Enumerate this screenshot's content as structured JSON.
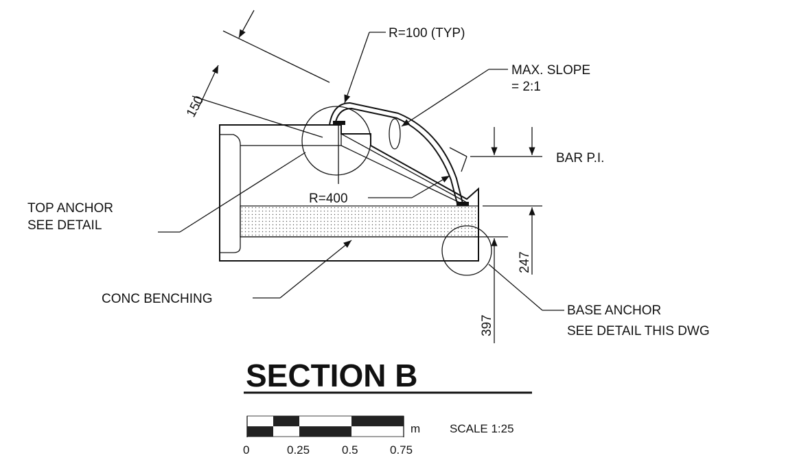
{
  "section_title": "SECTION B",
  "labels": {
    "dim_150": "150",
    "r100": "R=100 (TYP)",
    "max_slope_line1": "MAX. SLOPE",
    "max_slope_line2": "= 2:1",
    "bar_pi": "BAR P.I.",
    "r400": "R=400",
    "top_anchor_line1": "TOP ANCHOR",
    "top_anchor_line2": "SEE DETAIL",
    "conc_benching": "CONC BENCHING",
    "dim_247": "247",
    "dim_397": "397",
    "base_anchor_line1": "BASE ANCHOR",
    "base_anchor_line2": "SEE DETAIL THIS DWG"
  },
  "scale_bar": {
    "unit": "m",
    "ticks": [
      "0",
      "0.25",
      "0.5",
      "0.75"
    ],
    "scale_text": "SCALE 1:25"
  }
}
